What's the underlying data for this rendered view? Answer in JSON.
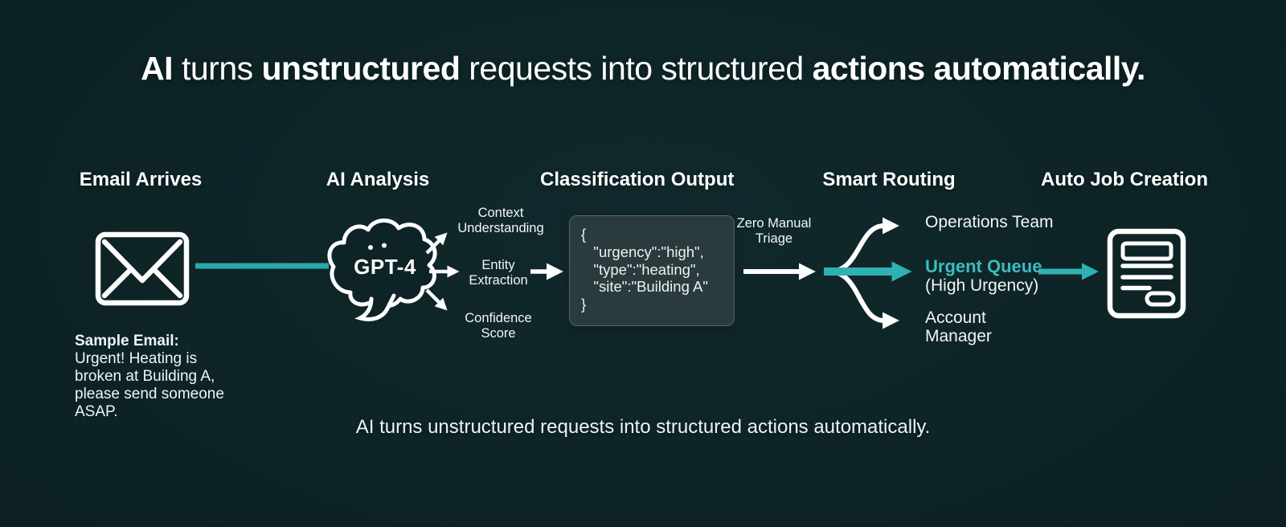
{
  "title": {
    "segments": [
      {
        "text": "AI ",
        "bold": true
      },
      {
        "text": "turns ",
        "bold": false
      },
      {
        "text": "unstructured ",
        "bold": true
      },
      {
        "text": "requests into structured ",
        "bold": false
      },
      {
        "text": "actions automatically.",
        "bold": true
      }
    ]
  },
  "caption": "AI turns unstructured requests into structured actions automatically.",
  "steps": {
    "email": {
      "heading": "Email Arrives",
      "icon": "envelope-icon",
      "sample_label": "Sample Email:",
      "sample_text": "Urgent! Heating is broken at Building A, please send someone ASAP."
    },
    "analysis": {
      "heading": "AI Analysis",
      "icon": "brain-icon",
      "model": "GPT-4",
      "outputs": [
        "Context Understanding",
        "Entity Extraction",
        "Confidence Score"
      ]
    },
    "classification": {
      "heading": "Classification Output",
      "code_lines": [
        "{",
        "   \"urgency\":\"high\",",
        "   \"type\":\"heating\",",
        "   \"site\":\"Building A\"",
        "}"
      ],
      "triage_label": "Zero Manual Triage"
    },
    "routing": {
      "heading": "Smart Routing",
      "branches": [
        {
          "label": "Operations Team"
        },
        {
          "label": "Urgent Queue",
          "sub": "(High Urgency)",
          "highlight": true
        },
        {
          "label": "Account Manager"
        }
      ]
    },
    "job": {
      "heading": "Auto Job Creation",
      "icon": "document-icon"
    }
  },
  "colors": {
    "background": "#0d2225",
    "accent_teal": "#2aa9ab",
    "urgent_text": "#3cbcc0",
    "code_box_bg": "#2a3b3d",
    "code_box_border": "#546769",
    "text_white": "#f2f6f6"
  }
}
